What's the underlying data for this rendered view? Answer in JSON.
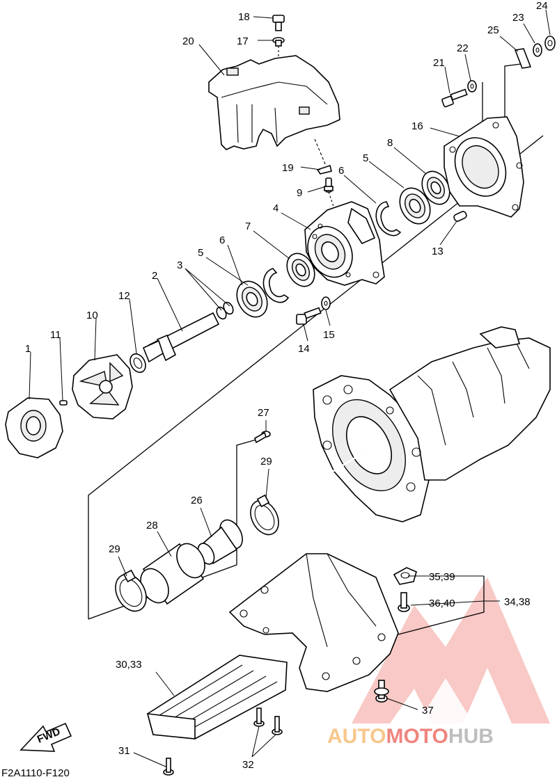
{
  "colors": {
    "ink": "#000000",
    "paper": "#ffffff",
    "watermark_red": "#e2231a",
    "watermark_orange": "#f39a2d",
    "watermark_grey": "#8a8a8a"
  },
  "diagram_code": "F2A1110-F120",
  "fwd_label": "FWD",
  "watermark": {
    "part1": "AUTO",
    "part2": "MOTO",
    "part3": "HUB"
  },
  "callouts": {
    "c1": "1",
    "c2": "2",
    "c3": "3",
    "c4": "4",
    "c5a": "5",
    "c5b": "5",
    "c6a": "6",
    "c6b": "6",
    "c7": "7",
    "c8": "8",
    "c9": "9",
    "c10": "10",
    "c11": "11",
    "c12": "12",
    "c13": "13",
    "c14": "14",
    "c15": "15",
    "c16": "16",
    "c17": "17",
    "c18": "18",
    "c19": "19",
    "c20": "20",
    "c21": "21",
    "c22": "22",
    "c23": "23",
    "c24": "24",
    "c25": "25",
    "c26": "26",
    "c27": "27",
    "c28": "28",
    "c29a": "29",
    "c29b": "29",
    "c30_33": "30,33",
    "c31": "31",
    "c32": "32",
    "c34_38": "34,38",
    "c35_39": "35,39",
    "c36_40": "36,40",
    "c37": "37"
  }
}
